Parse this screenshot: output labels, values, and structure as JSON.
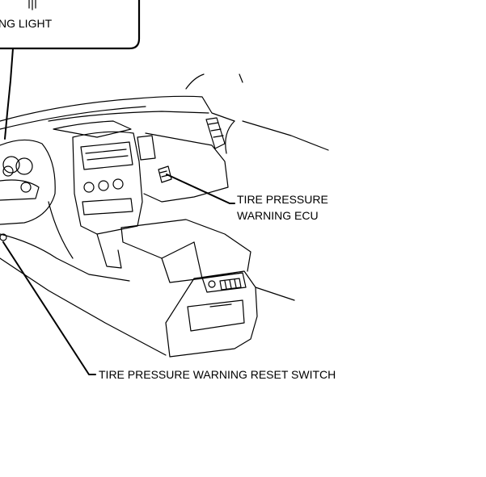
{
  "callout_box": {
    "label": "NG LIGHT"
  },
  "labels": {
    "ecu_line1": "TIRE PRESSURE",
    "ecu_line2": "WARNING ECU",
    "reset_switch": "TIRE PRESSURE WARNING RESET SWITCH"
  }
}
